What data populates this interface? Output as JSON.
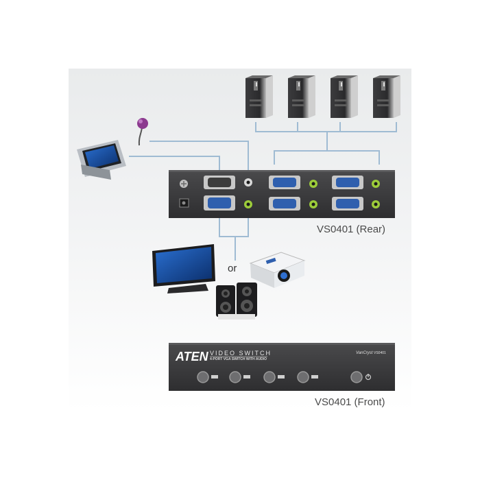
{
  "labels": {
    "rear_caption": "VS0401 (Rear)",
    "front_caption": "VS0401 (Front)",
    "or": "or"
  },
  "front_panel": {
    "brand": "ATEN",
    "product_title": "VIDEO SWITCH",
    "product_subtitle": "4-PORT VGA SWITCH WITH AUDIO",
    "vga_logo": "VanCryst",
    "model": "VS0401",
    "buttons": [
      "port-1",
      "port-2",
      "port-3",
      "port-4",
      "power"
    ]
  },
  "colors": {
    "device_body": "#3a3a3c",
    "vga_port": "#2f5fae",
    "audio_jack": "#9ccc3a",
    "cable": "#9fbbd3",
    "background": "#eceeef"
  },
  "icons": [
    "touchscreen-monitor-icon",
    "microphone-icon",
    "computer-tower-icon",
    "lcd-tv-icon",
    "projector-icon",
    "speakers-icon"
  ]
}
